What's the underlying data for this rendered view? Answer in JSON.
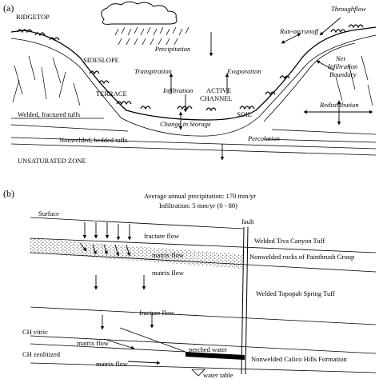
{
  "panel_a": {
    "label": "(a)",
    "labels": {
      "ridgetop": "RIDGETOP",
      "throughflow": "Throughflow",
      "run_on_runoff": "Run-on/runoff",
      "precipitation": "Precipitation",
      "sideslope": "SIDESLOPE",
      "net_infiltration_line1": "Net",
      "net_infiltration_line2": "Infiltration",
      "net_infiltration_line3": "Boundary",
      "transpiration": "Transpiration",
      "evaporation": "Evaporation",
      "terrace": "TERRACE",
      "infiltration": "Infiltration",
      "active_channel_line1": "ACTIVE",
      "active_channel_line2": "CHANNEL",
      "redistribution": "Redistribution",
      "soil": "SOIL",
      "welded_tuffs": "Welded, fractured tuffs",
      "change_in_storage": "Change in Storage",
      "nonwelded_tuffs": "Nonwelded, bedded tuffs",
      "percolation": "Percolation",
      "unsaturated_zone": "UNSATURATED ZONE"
    }
  },
  "panel_b": {
    "label": "(b)",
    "labels": {
      "avg_precip": "Average annual precipitation: 170 mm/yr",
      "infiltration": "Infiltration: 5 mm/yr (0 - 80)",
      "surface": "Surface",
      "fault": "fault",
      "fracture_flow_top": "fracture flow",
      "tiva_canyon": "Welded Tiva Canyon Tuff",
      "matrix_flow_dots": "matrix flow",
      "paintbrush": "Nonwelded rocks of Paintbrush Group",
      "matrix_flow_lower": "matrix flow",
      "topopah": "Welded Topopah Spring Tuff",
      "fracture_flow_mid": "fracture flow",
      "ch_vitric": "CH vitric",
      "matrix_flow_ch": "matrix flow",
      "perched_water": "perched water",
      "ch_zeolitized": "CH zeolitized",
      "calico_hills": "Nonwelded Calico Hills Formation",
      "matrix_flow_bottom": "matrix flow",
      "water_table": "water table"
    }
  }
}
